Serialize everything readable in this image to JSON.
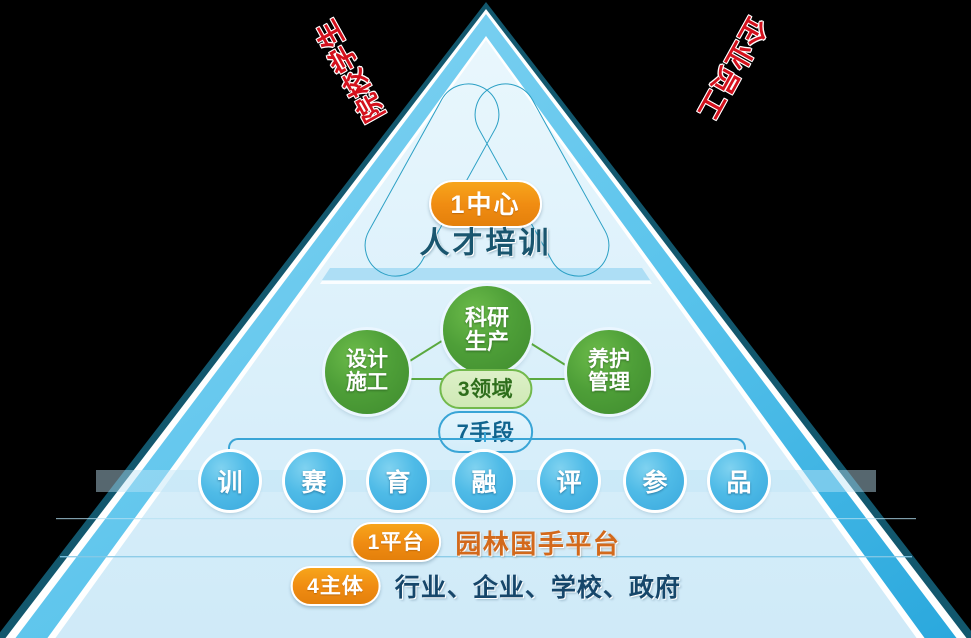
{
  "diagram": {
    "title_hidden": "",
    "colors": {
      "orange_badge": "#f09213",
      "green_circle": "#4e9f38",
      "blue_circle": "#4fbbe7",
      "pyramid_fill": "#ddf1fb",
      "pyramid_edge": "#1b5f77",
      "red_text": "#d3111d",
      "navy_text": "#16466a",
      "platform_text": "#d3691b"
    },
    "top_tier": {
      "arm_left_label": "院校学生",
      "arm_right_label": "企业员工",
      "badge": "1中心",
      "title": "人才培训"
    },
    "middle_tier": {
      "domains_pill": "3领域",
      "circles": [
        {
          "id": "science",
          "line1": "科研",
          "line2": "生产"
        },
        {
          "id": "design",
          "line1": "设计",
          "line2": "施工"
        },
        {
          "id": "maintenance",
          "line1": "养护",
          "line2": "管理"
        }
      ]
    },
    "methods_tier": {
      "pill": "7手段",
      "items": [
        "训",
        "赛",
        "育",
        "融",
        "评",
        "参",
        "品"
      ]
    },
    "platform_row": {
      "badge": "1平台",
      "text": "园林国手平台"
    },
    "subjects_row": {
      "badge": "4主体",
      "text": "行业、企业、学校、政府"
    }
  }
}
